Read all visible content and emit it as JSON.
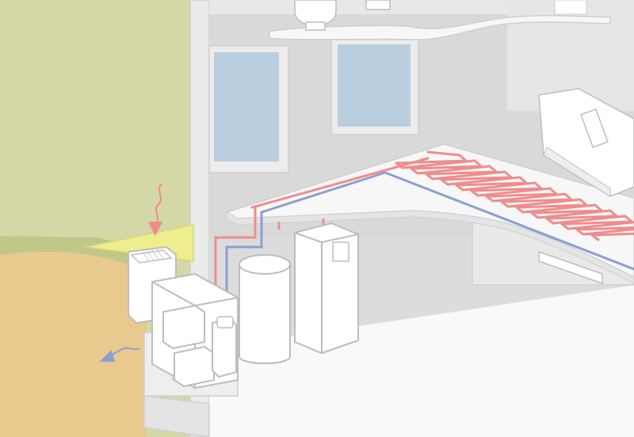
{
  "diagram": {
    "kind": "house-cutaway-heat-pump",
    "components": [
      "garden-ground",
      "outdoor-air-intake",
      "heat-pump-unit",
      "hot-water-tank",
      "indoor-control-unit",
      "floor-heating-loop",
      "supply-pipe",
      "return-pipe"
    ],
    "colors": {
      "lawn": "#d4d8a6",
      "grass_strip": "#bfc889",
      "soil": "#e9c98e",
      "wall": "#e0e0e0",
      "wall_back": "#d9d9d9",
      "window": "#b9cfe0",
      "slab": "#f8f8f8",
      "outline": "#c4c4c4",
      "hot": "#f08c8c",
      "cold": "#8aa0d0",
      "intake_yellow": "#eeee8e"
    },
    "icons": [
      "inflow-arrow-icon",
      "outflow-arrow-icon"
    ]
  }
}
